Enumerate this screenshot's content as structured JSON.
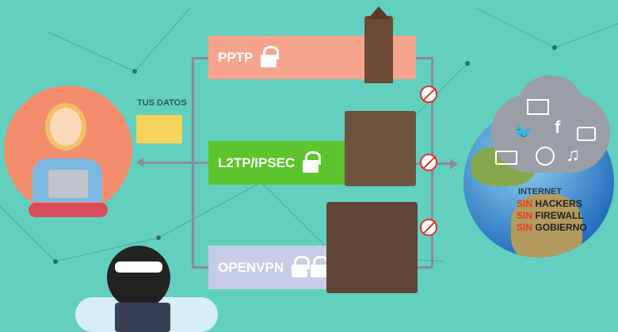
{
  "data_label": "TUS DATOS",
  "protocols": [
    {
      "label": "PPTP",
      "locks": 1,
      "color": "#f6a48d"
    },
    {
      "label": "L2TP/IPSEC",
      "locks": 1,
      "color": "#5cc42c"
    },
    {
      "label": "OPENVPN",
      "locks": 2,
      "color": "#c8cce6"
    }
  ],
  "internet": {
    "title": "INTERNET",
    "prefix": "SIN",
    "items": [
      "HACKERS",
      "FIREWALL",
      "GOBIERNO"
    ]
  }
}
